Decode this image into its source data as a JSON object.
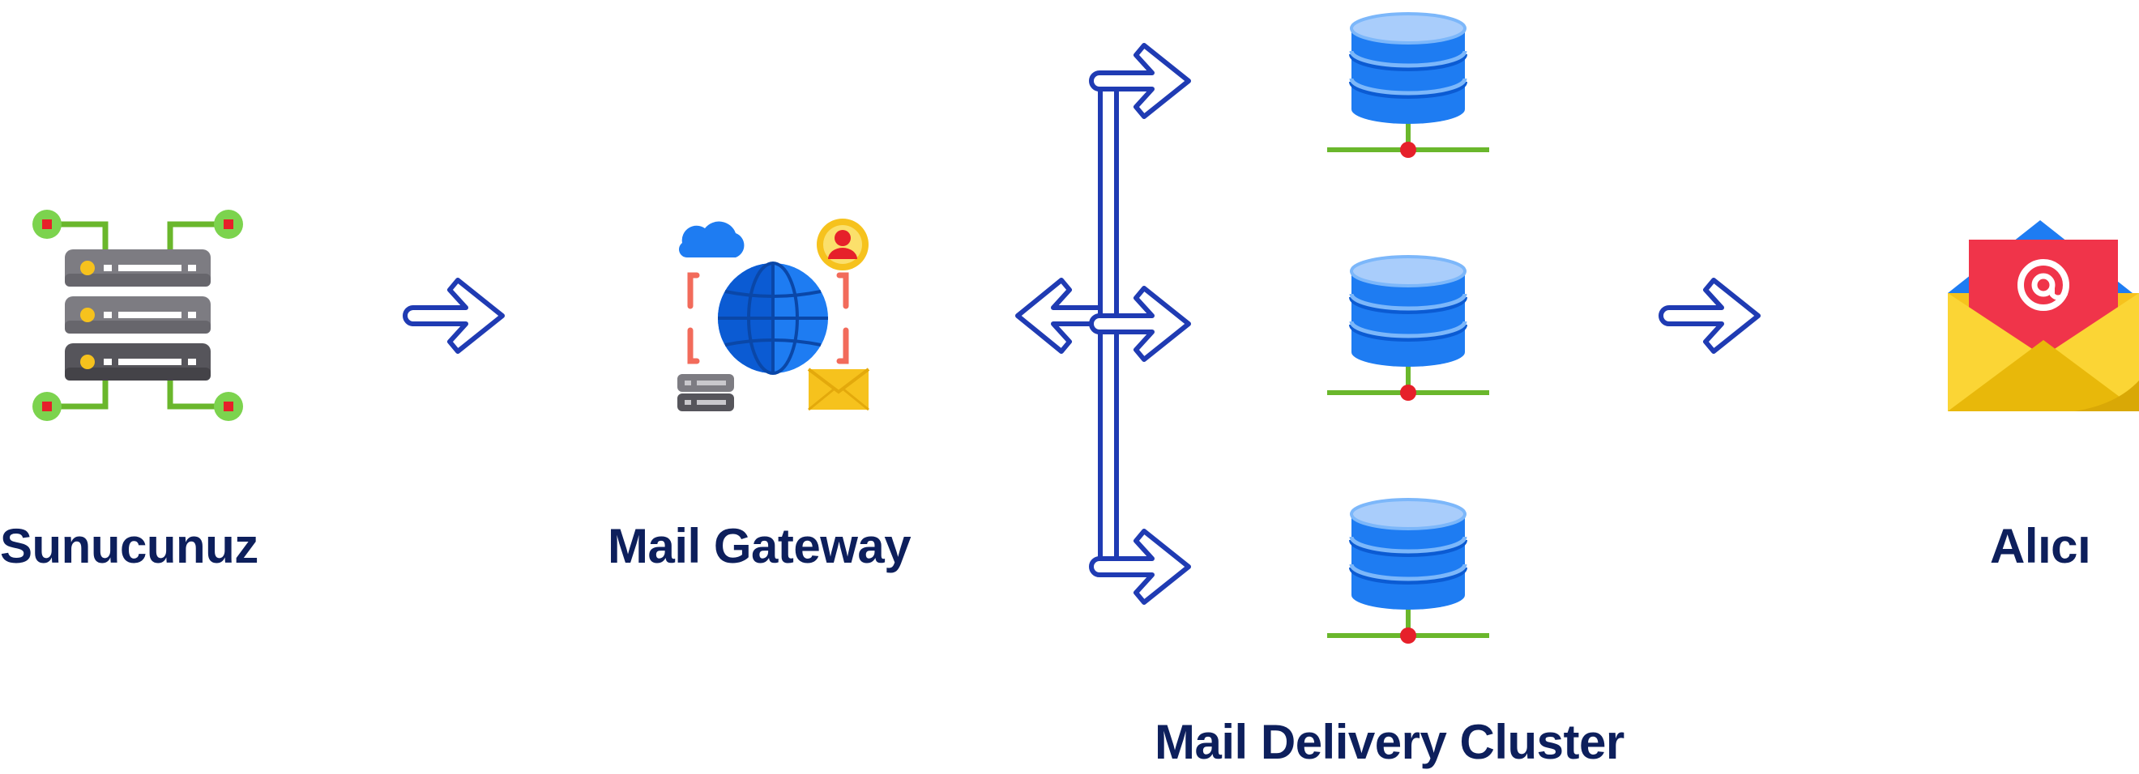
{
  "nodes": {
    "server": {
      "label": "Sunucunuz",
      "icon": "server-rack-icon"
    },
    "gateway": {
      "label": "Mail Gateway",
      "icon": "globe-network-icon"
    },
    "cluster": {
      "label": "Mail Delivery Cluster",
      "icon": "database-icon"
    },
    "recipient": {
      "label": "Alıcı",
      "icon": "envelope-at-icon"
    }
  },
  "colors": {
    "label": "#0d1f5c",
    "arrow": "#1f3bb3",
    "db_blue": "#1e7cf2",
    "db_light": "#a9cdfb",
    "network_green": "#6ab72c",
    "node_red": "#e6202a"
  }
}
